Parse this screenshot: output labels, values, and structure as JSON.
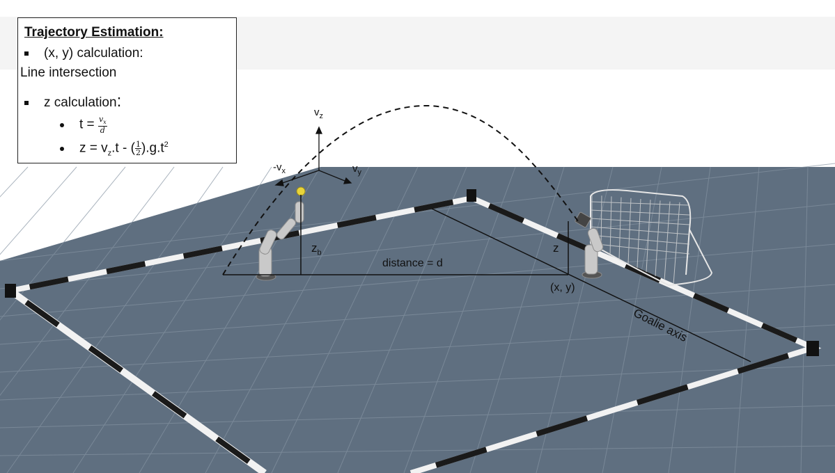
{
  "info": {
    "title": "Trajectory Estimation:",
    "bullet1": "(x, y) calculation:",
    "bullet1_cont": "Line intersection",
    "bullet2": "z calculation",
    "bullet2_colon": ":",
    "t_prefix": "t = ",
    "t_num": "v",
    "t_num_sub": "x",
    "t_den": "d",
    "z_prefix": "z = v",
    "z_sub": "z",
    "z_mid": ".t - (",
    "z_frac_num": "1",
    "z_frac_den": "2",
    "z_end": ").g.t",
    "z_sup": "2"
  },
  "labels": {
    "vz": "v",
    "vz_sub": "z",
    "vx": "-v",
    "vx_sub": "x",
    "vy": "v",
    "vy_sub": "y",
    "zb": "z",
    "zb_sub": "b",
    "z": "z",
    "distance": "distance = d",
    "xy": "(x, y)",
    "goalie": "Goalie axis"
  },
  "colors": {
    "floor": "#5f6f80",
    "grid": "#8593a2",
    "rail_white": "#f2f2f2",
    "rail_black": "#1a1a1a",
    "ball": "#e8d43a"
  }
}
